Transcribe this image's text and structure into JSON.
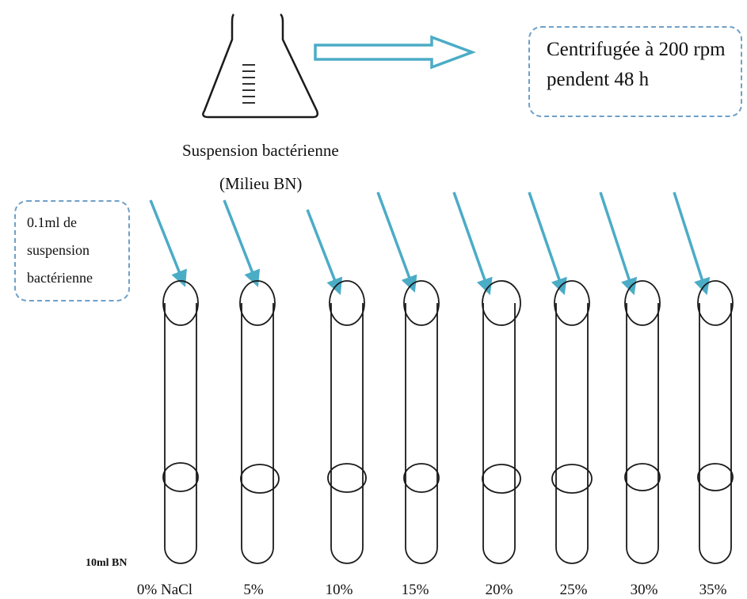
{
  "flask": {
    "label_line1": "Suspension bactérienne",
    "label_line2": "(Milieu BN)"
  },
  "centrifuge": {
    "text": "Centrifugée à 200 rpm pendent 48 h"
  },
  "inoculum": {
    "text": "0.1ml de suspension bactérienne"
  },
  "volume_label": "10ml BN",
  "tubes": [
    {
      "label": "0% NaCl"
    },
    {
      "label": "5%"
    },
    {
      "label": "10%"
    },
    {
      "label": "15%"
    },
    {
      "label": "20%"
    },
    {
      "label": "25%"
    },
    {
      "label": "30%"
    },
    {
      "label": "35%"
    }
  ],
  "colors": {
    "arrow": "#4bacc6",
    "box_border": "#6fa0c8",
    "outline": "#1a1a1a"
  }
}
